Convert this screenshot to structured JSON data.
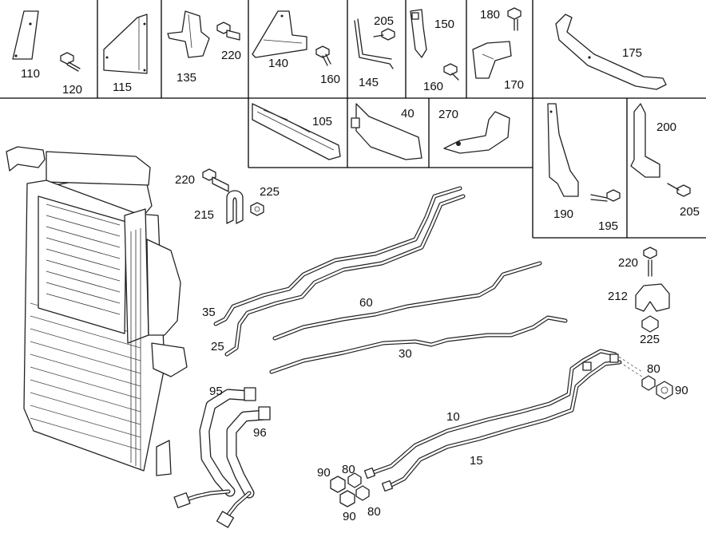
{
  "labels": [
    "110",
    "120",
    "115",
    "135",
    "220",
    "140",
    "160",
    "205",
    "145",
    "150",
    "160",
    "180",
    "170",
    "175",
    "105",
    "40",
    "270",
    "190",
    "195",
    "200",
    "205",
    "220",
    "225",
    "215",
    "35",
    "60",
    "25",
    "30",
    "220",
    "212",
    "225",
    "80",
    "90",
    "95",
    "96",
    "10",
    "15",
    "90",
    "80",
    "90",
    "80"
  ]
}
